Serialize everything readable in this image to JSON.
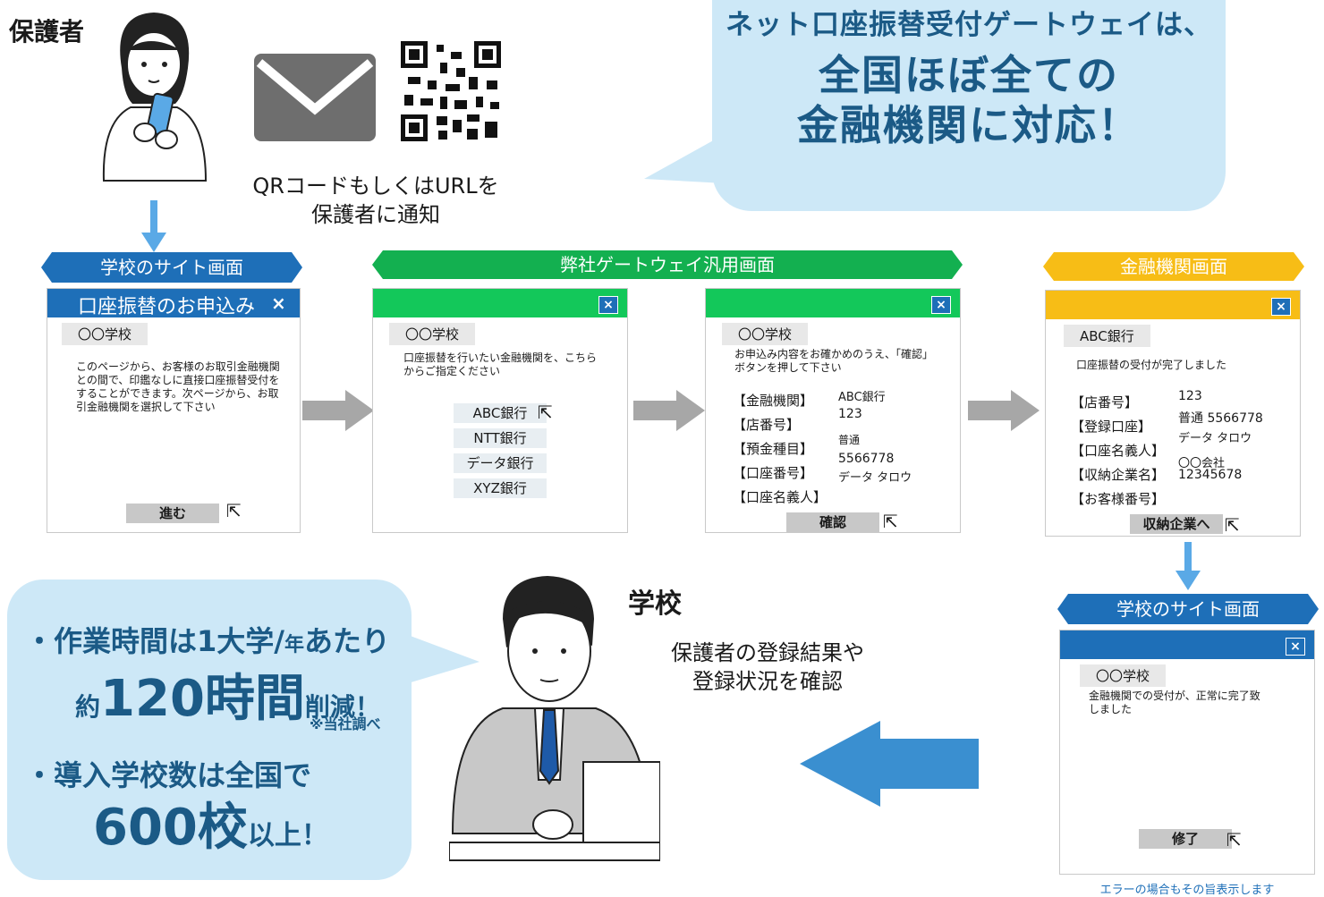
{
  "guardian_label": "保護者",
  "notify_text_1": "QRコードもしくはURLを",
  "notify_text_2": "保護者に通知",
  "bubble_top": {
    "line1": "ネット口座振替受付ゲートウェイは、",
    "line2": "全国ほぼ全ての",
    "line3": "金融機関に対応！"
  },
  "banners": {
    "school_site": "学校のサイト画面",
    "gateway": "弊社ゲートウェイ汎用画面",
    "bank": "金融機関画面",
    "school_site_2": "学校のサイト画面"
  },
  "screen1": {
    "title": "口座振替のお申込み",
    "close": "×",
    "school": "〇〇学校",
    "body": "このページから、お客様のお取引金融機関との間で、印鑑なしに直接口座振替受付をすることができます。次ページから、お取引金融機関を選択して下さい",
    "button": "進む"
  },
  "screen2": {
    "close": "×",
    "school": "〇〇学校",
    "body": "口座振替を行いたい金融機関を、こちらからご指定ください",
    "banks": [
      "ABC銀行",
      "NTT銀行",
      "データ銀行",
      "XYZ銀行"
    ]
  },
  "screen3": {
    "close": "×",
    "school": "〇〇学校",
    "body": "お申込み内容をお確かめのうえ、「確認」ボタンを押して下さい",
    "labels": [
      "【金融機関】",
      "【店番号】",
      "【預金種目】",
      "【口座番号】",
      "【口座名義人】"
    ],
    "values": [
      "ABC銀行",
      "123",
      "普通",
      "5566778",
      "データ タロウ"
    ],
    "button": "確認"
  },
  "screen4": {
    "close": "×",
    "bank": "ABC銀行",
    "body": "口座振替の受付が完了しました",
    "labels": [
      "【店番号】",
      "【登録口座】",
      "【口座名義人】",
      "【収納企業名】",
      "【お客様番号】"
    ],
    "values": [
      "123",
      "普通 5566778",
      "データ タロウ",
      "〇〇会社",
      "12345678"
    ],
    "button": "収納企業へ"
  },
  "screen5": {
    "close": "×",
    "school": "〇〇学校",
    "body": "金融機関での受付が、正常に完了致しました",
    "button": "修了",
    "note": "エラーの場合もその旨表示します"
  },
  "school_label": "学校",
  "school_text_1": "保護者の登録結果や",
  "school_text_2": "登録状況を確認",
  "bubble_left": {
    "a1": "・作業時間は1大学/",
    "a2": "年",
    "a3": "あたり",
    "b1": "約",
    "b2": "120時間",
    "b3": "削減！",
    "note": "※当社調べ",
    "c1": "・導入学校数は全国で",
    "d1": "600校",
    "d2": "以上！"
  }
}
